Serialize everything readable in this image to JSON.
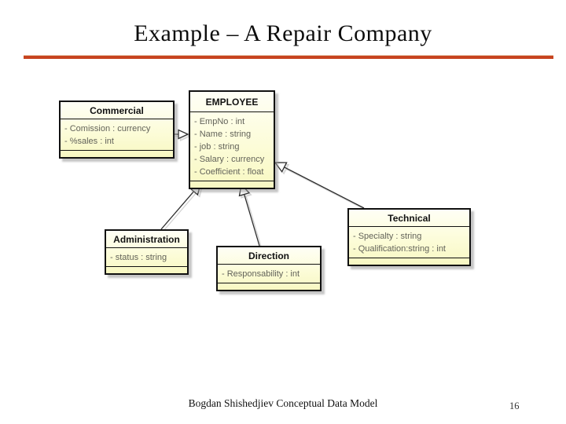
{
  "slide": {
    "title": "Example – A Repair Company",
    "footer": "Bogdan Shishedjiev Conceptual Data Model",
    "page_number": "16",
    "accent_color": "#C7431F"
  },
  "diagram": {
    "box_fill": "#FDFDD6",
    "box_border": "#111111",
    "classes": [
      {
        "name": "Commercial",
        "attributes": [
          "- Comission : currency",
          "- %sales : int"
        ]
      },
      {
        "name": "EMPLOYEE",
        "attributes": [
          "- EmpNo : int",
          "- Name : string",
          "- job : string",
          "- Salary : currency",
          "- Coefficient : float"
        ]
      },
      {
        "name": "Administration",
        "attributes": [
          "- status : string"
        ]
      },
      {
        "name": "Direction",
        "attributes": [
          "- Responsability : int"
        ]
      },
      {
        "name": "Technical",
        "attributes": [
          "- Specialty : string",
          "- Qualification:string : int"
        ]
      }
    ],
    "relations": [
      {
        "from": "Commercial",
        "to": "EMPLOYEE",
        "type": "generalization"
      },
      {
        "from": "Administration",
        "to": "EMPLOYEE",
        "type": "generalization"
      },
      {
        "from": "Direction",
        "to": "EMPLOYEE",
        "type": "generalization"
      },
      {
        "from": "Technical",
        "to": "EMPLOYEE",
        "type": "generalization"
      }
    ]
  }
}
